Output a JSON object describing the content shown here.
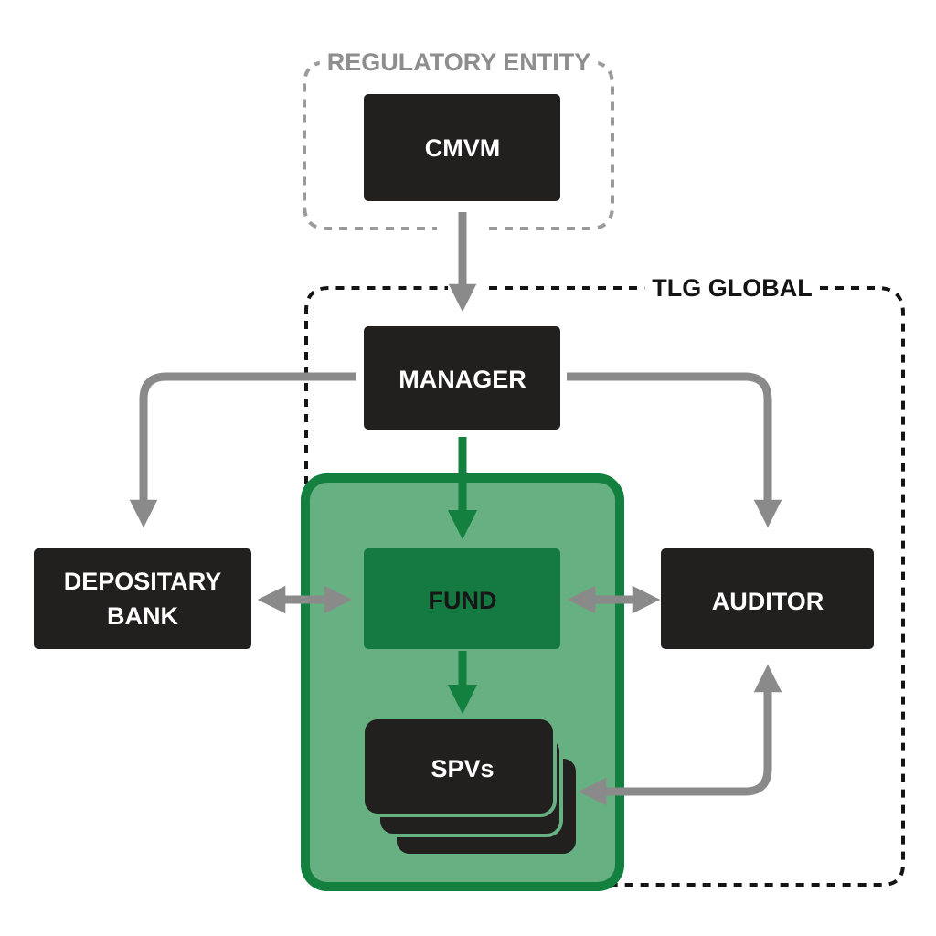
{
  "title": "Fund structure diagram",
  "colors": {
    "node_fill": "#221f1f",
    "node_text": "#ffffff",
    "arrow_gray": "#8a8a8a",
    "green_dark": "#13803f",
    "green_light": "#67b081",
    "fund_fill": "#157a42",
    "regulatory_border": "#9a9a9a",
    "tlg_border": "#141414"
  },
  "groups": {
    "regulatory": {
      "label": "REGULATORY ENTITY"
    },
    "tlg": {
      "label": "TLG GLOBAL"
    }
  },
  "nodes": {
    "cmvm": {
      "label": "CMVM"
    },
    "manager": {
      "label": "MANAGER"
    },
    "depositary": {
      "line1": "DEPOSITARY",
      "line2": "BANK"
    },
    "fund": {
      "label": "FUND"
    },
    "auditor": {
      "label": "AUDITOR"
    },
    "spvs": {
      "label": "SPVs"
    }
  },
  "edges": [
    {
      "from": "CMVM",
      "to": "MANAGER",
      "type": "one-way"
    },
    {
      "from": "MANAGER",
      "to": "DEPOSITARY BANK",
      "type": "one-way"
    },
    {
      "from": "MANAGER",
      "to": "AUDITOR",
      "type": "one-way"
    },
    {
      "from": "MANAGER",
      "to": "FUND",
      "type": "one-way"
    },
    {
      "from": "FUND",
      "to": "SPVs",
      "type": "one-way"
    },
    {
      "from": "DEPOSITARY BANK",
      "to": "FUND",
      "type": "two-way"
    },
    {
      "from": "FUND",
      "to": "AUDITOR",
      "type": "two-way"
    },
    {
      "from": "AUDITOR",
      "to": "SPVs",
      "type": "two-way"
    }
  ]
}
